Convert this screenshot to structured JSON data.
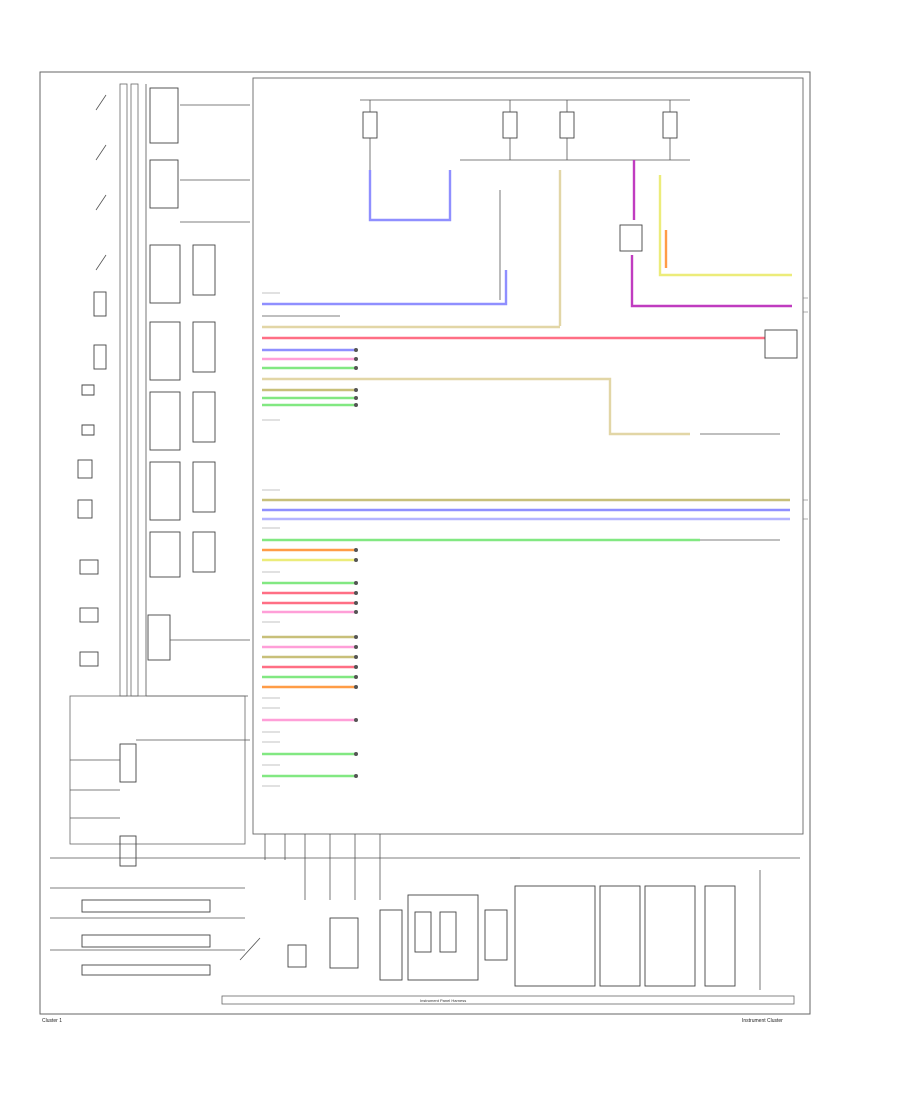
{
  "diagram": {
    "footer_left": "Cluster 1",
    "footer_right": "Instrument Cluster",
    "bottom_bus_label": "Instrument Panel Harness",
    "colors": {
      "blue": "#8f8fff",
      "yellow": "#ecec7a",
      "tan": "#e2d6a6",
      "red": "#ff6f85",
      "magenta": "#c03cc0",
      "green": "#82e882",
      "orange": "#ff9c47",
      "pink": "#ff9fd8",
      "olive": "#c8c07a",
      "grey": "#555555"
    }
  }
}
